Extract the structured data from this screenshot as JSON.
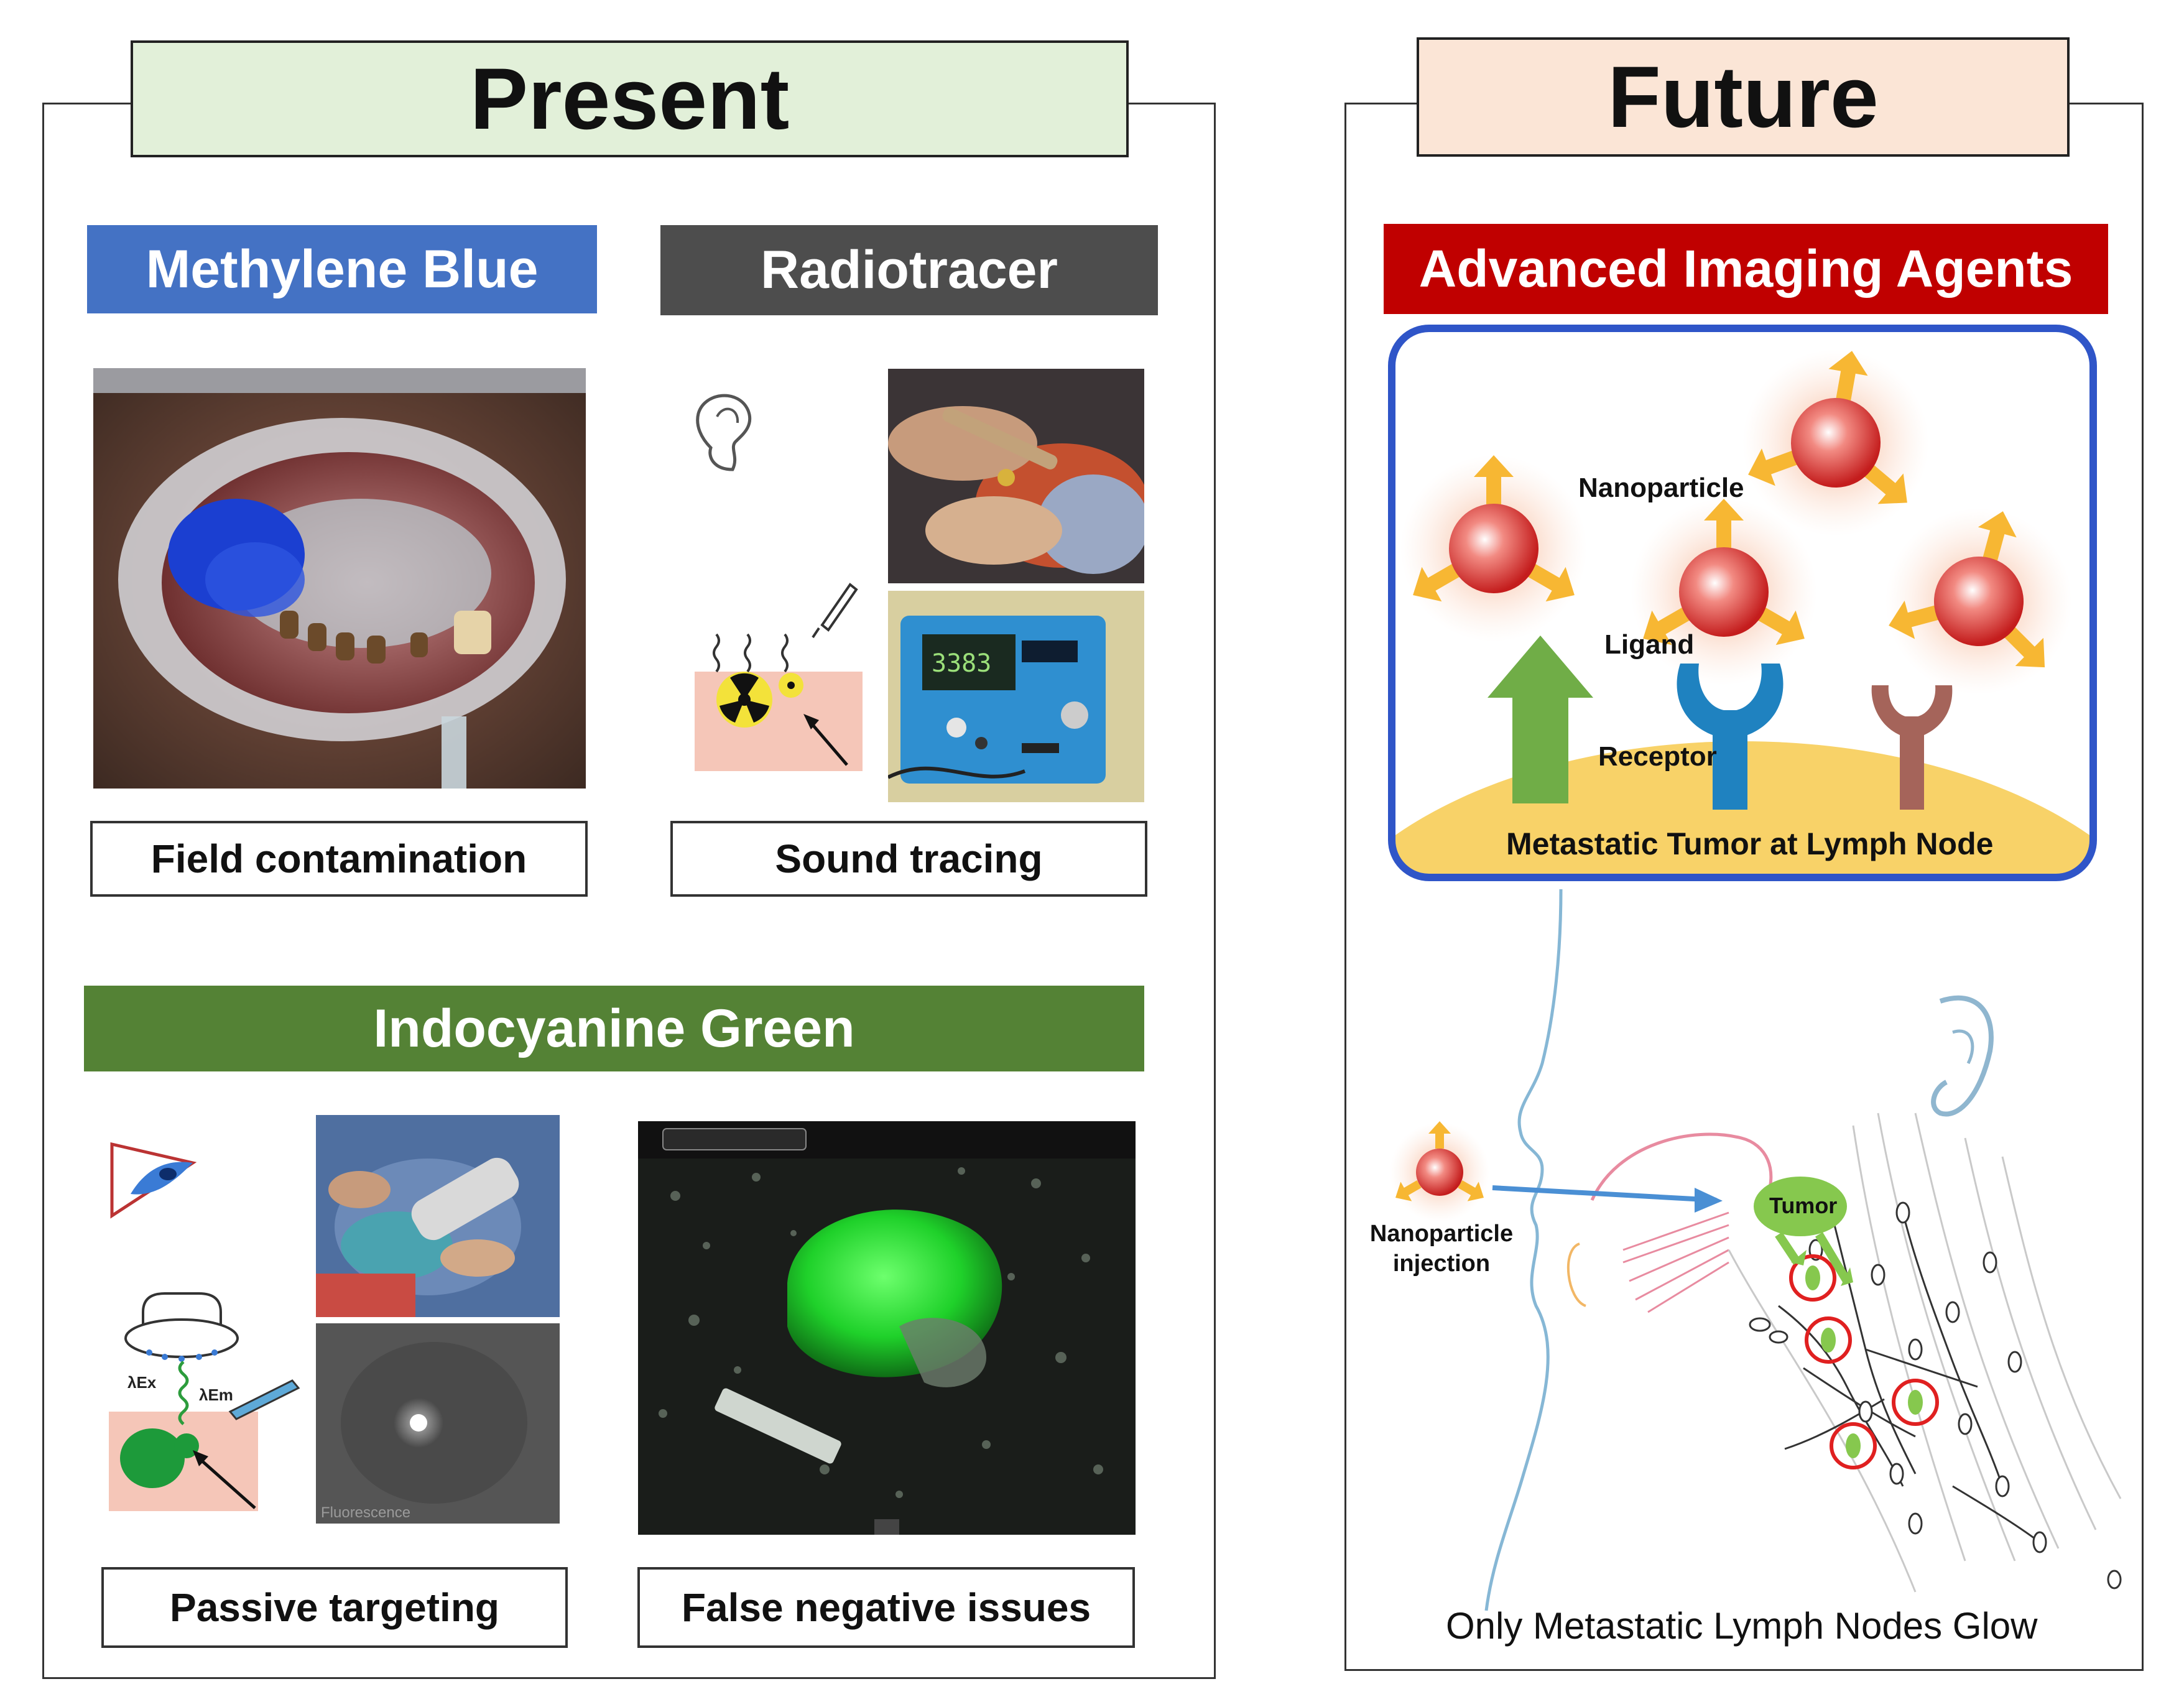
{
  "present": {
    "title": "Present",
    "methylene": {
      "label": "Methylene Blue",
      "caption": "Field contamination"
    },
    "radiotracer": {
      "label": "Radiotracer",
      "caption": "Sound tracing"
    },
    "icg": {
      "label": "Indocyanine Green",
      "caption_left": "Passive targeting",
      "caption_right": "False negative issues",
      "ex_label": "λEx",
      "em_label": "λEm",
      "fluor_label": "Fluorescence"
    }
  },
  "future": {
    "title": "Future",
    "band_label": "Advanced Imaging Agents",
    "diagram": {
      "nanoparticle": "Nanoparticle",
      "ligand": "Ligand",
      "receptor": "Receptor",
      "tumor_base": "Metastatic Tumor at Lymph Node"
    },
    "injection_label": "Nanoparticle injection",
    "tumor_label": "Tumor",
    "caption": "Only Metastatic Lymph Nodes Glow"
  },
  "colors": {
    "present_head": "#e2f0d9",
    "future_head": "#fbe5d6",
    "methylene": "#4472c4",
    "radiotracer": "#4d4d4d",
    "icg": "#548235",
    "advanced": "#c00000",
    "frame_blue": "#2f55c8"
  }
}
